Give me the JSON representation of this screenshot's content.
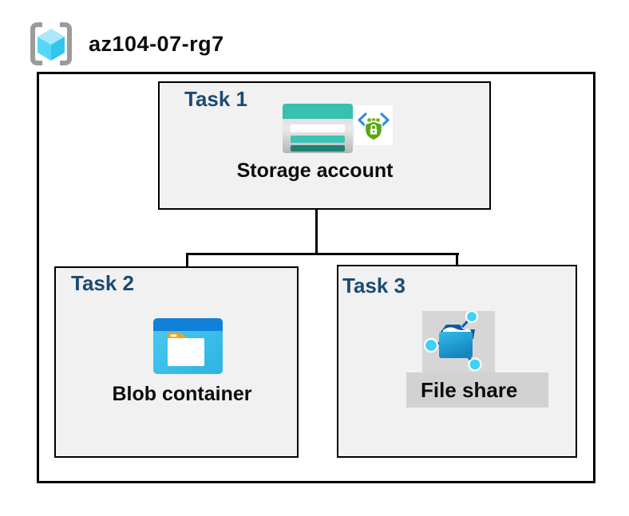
{
  "header": {
    "title": "az104-07-rg7",
    "icon": "azure-resource-group-icon"
  },
  "diagram": {
    "tasks": [
      {
        "heading": "Task 1",
        "label": "Storage account",
        "icons": [
          "storage-account-icon",
          "sas-lock-icon"
        ]
      },
      {
        "heading": "Task 2",
        "label": "Blob container",
        "icons": [
          "blob-container-icon"
        ]
      },
      {
        "heading": "Task 3",
        "label": "File share",
        "icons": [
          "file-share-icon"
        ]
      }
    ],
    "connections": [
      {
        "from": "Storage account",
        "to": "Blob container"
      },
      {
        "from": "Storage account",
        "to": "File share"
      }
    ]
  },
  "colors": {
    "heading_blue": "#1b4a73",
    "box_fill": "#f1f1f1",
    "border_black": "#000000",
    "storage_teal": "#3ac0b1",
    "storage_teal_dark": "#1e8274",
    "blob_bar_blue": "#1180d8",
    "blob_body_cyan": "#3fc3ee",
    "folder_tab_orange": "#f7a11c",
    "shield_green": "#5ba60e",
    "api_bracket_blue": "#2f8ce3",
    "fileshare_folder_blue": "#0b5aa4",
    "fileshare_node_cyan": "#3fd2f5",
    "highlight_gray": "#d4d4d4",
    "rg_bracket_gray": "#9b9b9b",
    "rg_cube_cyan": "#55d8f7"
  }
}
